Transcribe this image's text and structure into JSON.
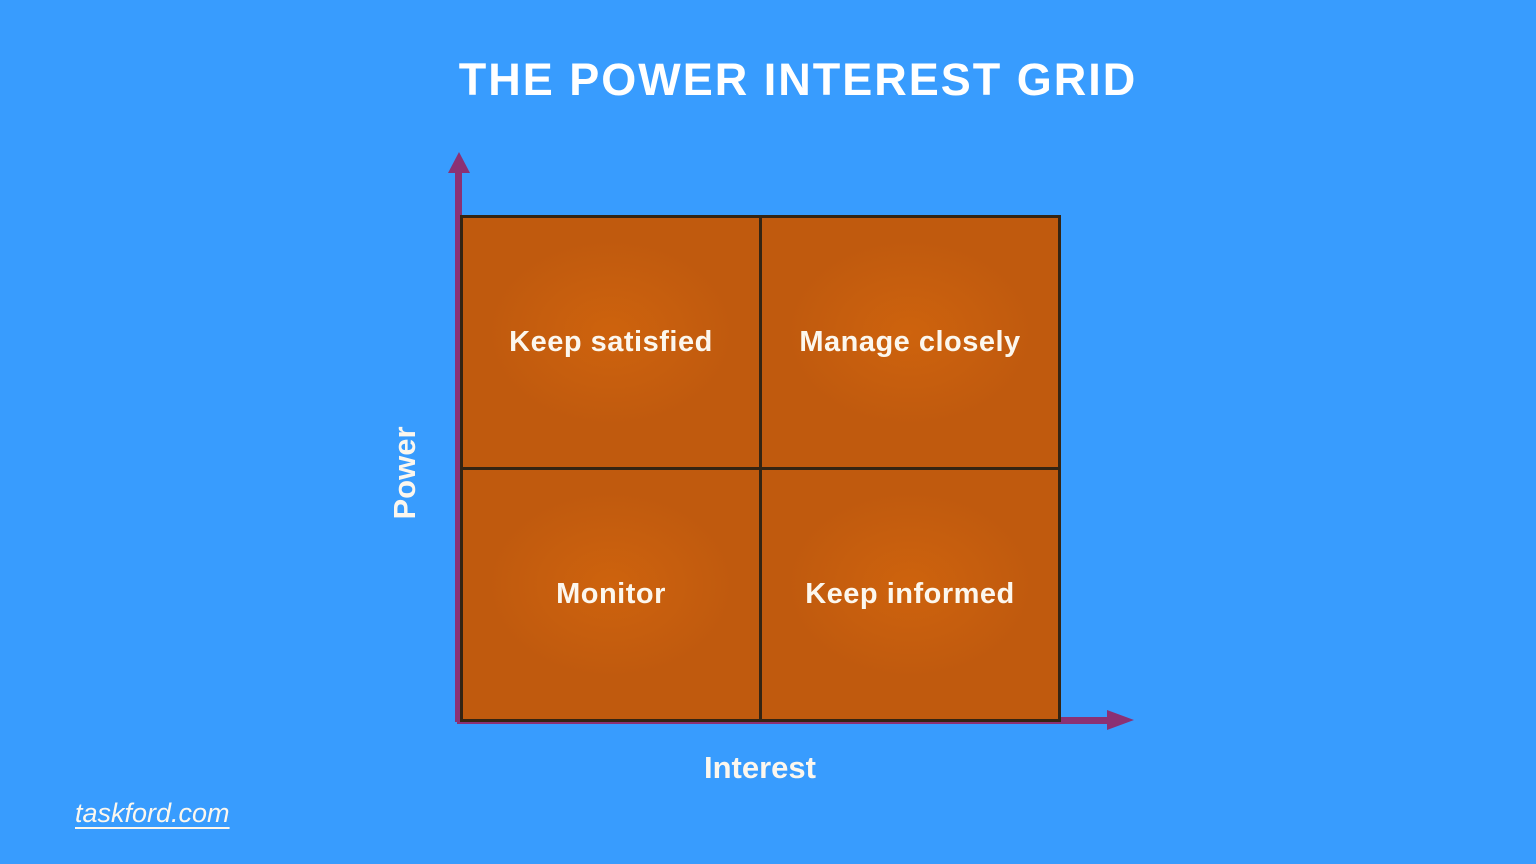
{
  "title": "THE POWER INTEREST GRID",
  "grid": {
    "quadrants": [
      {
        "position": "top-left",
        "label": "Keep satisfied"
      },
      {
        "position": "top-right",
        "label": "Manage closely"
      },
      {
        "position": "bottom-left",
        "label": "Monitor"
      },
      {
        "position": "bottom-right",
        "label": "Keep informed"
      }
    ]
  },
  "axes": {
    "y_label": "Power",
    "x_label": "Interest"
  },
  "footer": {
    "website_link": "taskford.com"
  },
  "colors": {
    "background": "#389CFE",
    "quadrant-orange": "#C05A0E",
    "grid-border": "#342413",
    "axis-purple": "#8B3174",
    "text-white": "#FCF7EE"
  }
}
